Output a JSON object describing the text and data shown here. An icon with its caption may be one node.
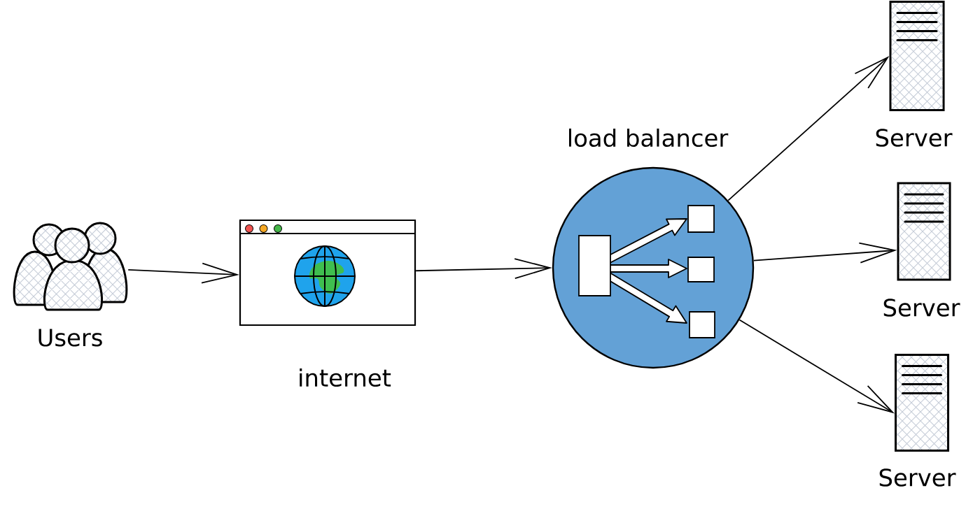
{
  "diagram": {
    "nodes": [
      {
        "text": [
          "Users"
        ]
      },
      {
        "text": [
          "internet"
        ]
      },
      {
        "text": [
          "load balancer"
        ]
      },
      {
        "text": [
          "Server"
        ]
      },
      {
        "text": [
          "Server"
        ]
      },
      {
        "text": [
          "Server"
        ]
      }
    ],
    "edges": [
      {
        "from": 0,
        "to": 1,
        "arrow": "to"
      },
      {
        "from": 1,
        "to": 2,
        "arrow": "to"
      },
      {
        "from": 2,
        "to": 3,
        "arrow": "to"
      },
      {
        "from": 2,
        "to": 4,
        "arrow": "to"
      },
      {
        "from": 2,
        "to": 5,
        "arrow": "to"
      }
    ]
  }
}
